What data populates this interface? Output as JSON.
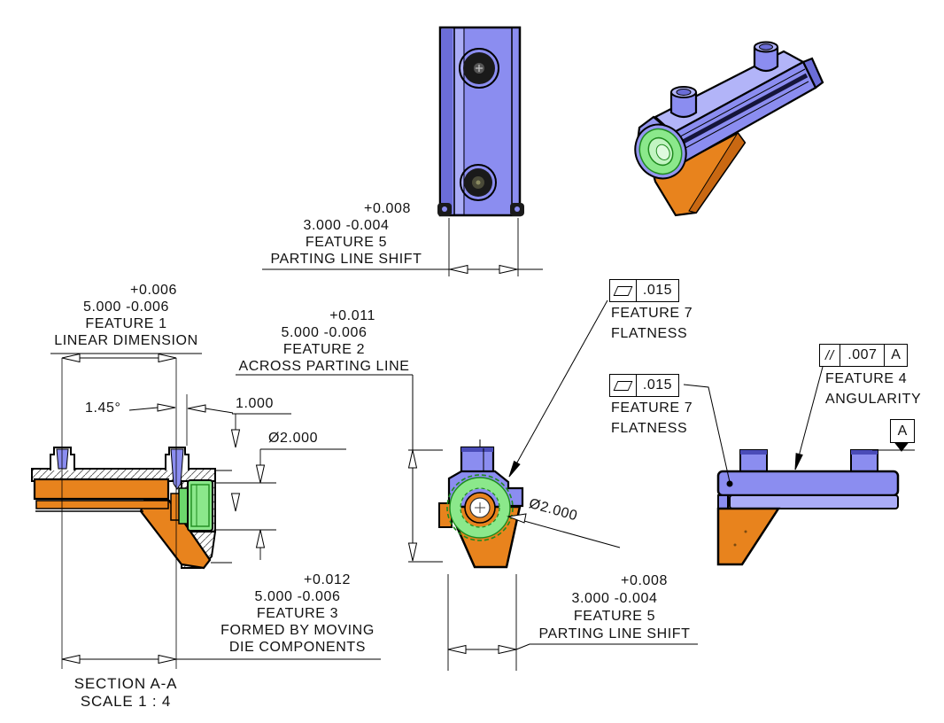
{
  "drawing": {
    "section_label": "SECTION A-A",
    "scale_label": "SCALE 1 : 4",
    "callouts": {
      "feature5_top": {
        "plus": "+0.008",
        "value": "3.000",
        "minus": "-0.004",
        "feature": "FEATURE 5",
        "desc": "PARTING LINE SHIFT"
      },
      "feature1": {
        "plus": "+0.006",
        "value": "5.000",
        "minus": "-0.006",
        "feature": "FEATURE 1",
        "desc": "LINEAR DIMENSION"
      },
      "feature2": {
        "plus": "+0.011",
        "value": "5.000",
        "minus": "-0.006",
        "feature": "FEATURE 2",
        "desc": "ACROSS PARTING LINE"
      },
      "feature3": {
        "plus": "+0.012",
        "value": "5.000",
        "minus": "-0.006",
        "feature": "FEATURE 3",
        "desc": "FORMED BY MOVING",
        "desc2": "DIE COMPONENTS"
      },
      "feature5_bottom": {
        "plus": "+0.008",
        "value": "3.000",
        "minus": "-0.004",
        "feature": "FEATURE 5",
        "desc": "PARTING LINE SHIFT"
      },
      "flatness_upper": {
        "symbol": "flatness",
        "tolerance": ".015",
        "feature": "FEATURE 7",
        "desc": "FLATNESS"
      },
      "flatness_lower": {
        "symbol": "flatness",
        "tolerance": ".015",
        "feature": "FEATURE 7",
        "desc": "FLATNESS"
      },
      "angularity": {
        "symbol": "//",
        "tolerance": ".007",
        "datum": "A",
        "feature": "FEATURE 4",
        "desc": "ANGULARITY"
      }
    },
    "dimensions": {
      "angle": "1.45°",
      "length": "1.000",
      "diameter_section": "Ø2.000",
      "diameter_end": "Ø2.000"
    },
    "datum_flag": "A",
    "icons": {
      "flatness": "parallelogram",
      "parallelism": "double-slash",
      "datum": "filled-triangle"
    },
    "colors": {
      "body_blue": "#8B8DF0",
      "body_blue_light": "#ABADF7",
      "body_blue_dark": "#6B6DD8",
      "base_orange": "#E8831D",
      "bore_green": "#8BE88B",
      "bore_green_dark": "#1E8A1E",
      "outline": "#000000"
    }
  }
}
